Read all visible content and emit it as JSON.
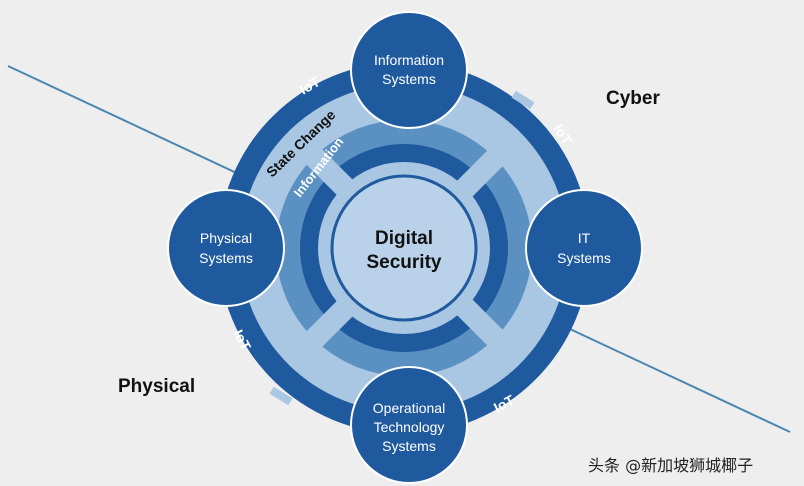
{
  "diagram": {
    "center": {
      "line1": "Digital",
      "line2": "Security"
    },
    "nodes": {
      "top": {
        "line1": "Information",
        "line2": "Systems"
      },
      "right": {
        "line1": "IT",
        "line2": "Systems"
      },
      "bottom": {
        "line1": "Operational",
        "line2": "Technology",
        "line3": "Systems"
      },
      "left": {
        "line1": "Physical",
        "line2": "Systems"
      }
    },
    "ring_labels": {
      "iot": "IoT",
      "state_change": "State Change",
      "information": "Information"
    },
    "regions": {
      "cyber": "Cyber",
      "physical": "Physical"
    },
    "colors": {
      "dark_blue": "#1f5a9e",
      "mid_blue": "#5b91c2",
      "light_blue": "#a9c7e3",
      "center_blue": "#b9d2ea",
      "divider_line": "#4b86b0"
    }
  },
  "watermark": "头条 @新加坡狮城椰子"
}
